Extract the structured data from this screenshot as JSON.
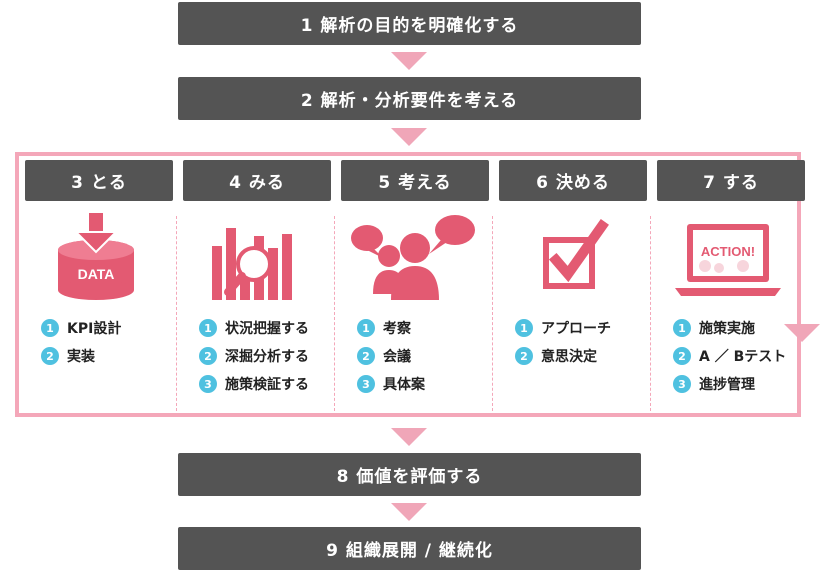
{
  "steps": {
    "s1": "1  解析の目的を明確化する",
    "s2": "2  解析・分析要件を考える",
    "s8": "8  価値を評価する",
    "s9": "9  組織展開 / 継続化"
  },
  "columns": [
    {
      "title": "3 とる",
      "icon": "data-icon",
      "icon_text": "DATA",
      "items": [
        "KPI設計",
        "実装"
      ]
    },
    {
      "title": "4 みる",
      "icon": "analysis-chart-icon",
      "items": [
        "状況把握する",
        "深掘分析する",
        "施策検証する"
      ]
    },
    {
      "title": "5 考える",
      "icon": "discussion-icon",
      "items": [
        "考察",
        "会議",
        "具体案"
      ]
    },
    {
      "title": "6 決める",
      "icon": "checkbox-icon",
      "items": [
        "アプローチ",
        "意思決定"
      ]
    },
    {
      "title": "7 する",
      "icon": "action-laptop-icon",
      "icon_text": "ACTION!",
      "items": [
        "施策実施",
        "A ／ Bテスト",
        "進捗管理"
      ]
    }
  ],
  "numbers": [
    "1",
    "2",
    "3"
  ],
  "colors": {
    "pink": "#e35a72",
    "light_pink": "#f4a7b9",
    "bar": "#545454",
    "num_blue": "#4fc1e0"
  }
}
